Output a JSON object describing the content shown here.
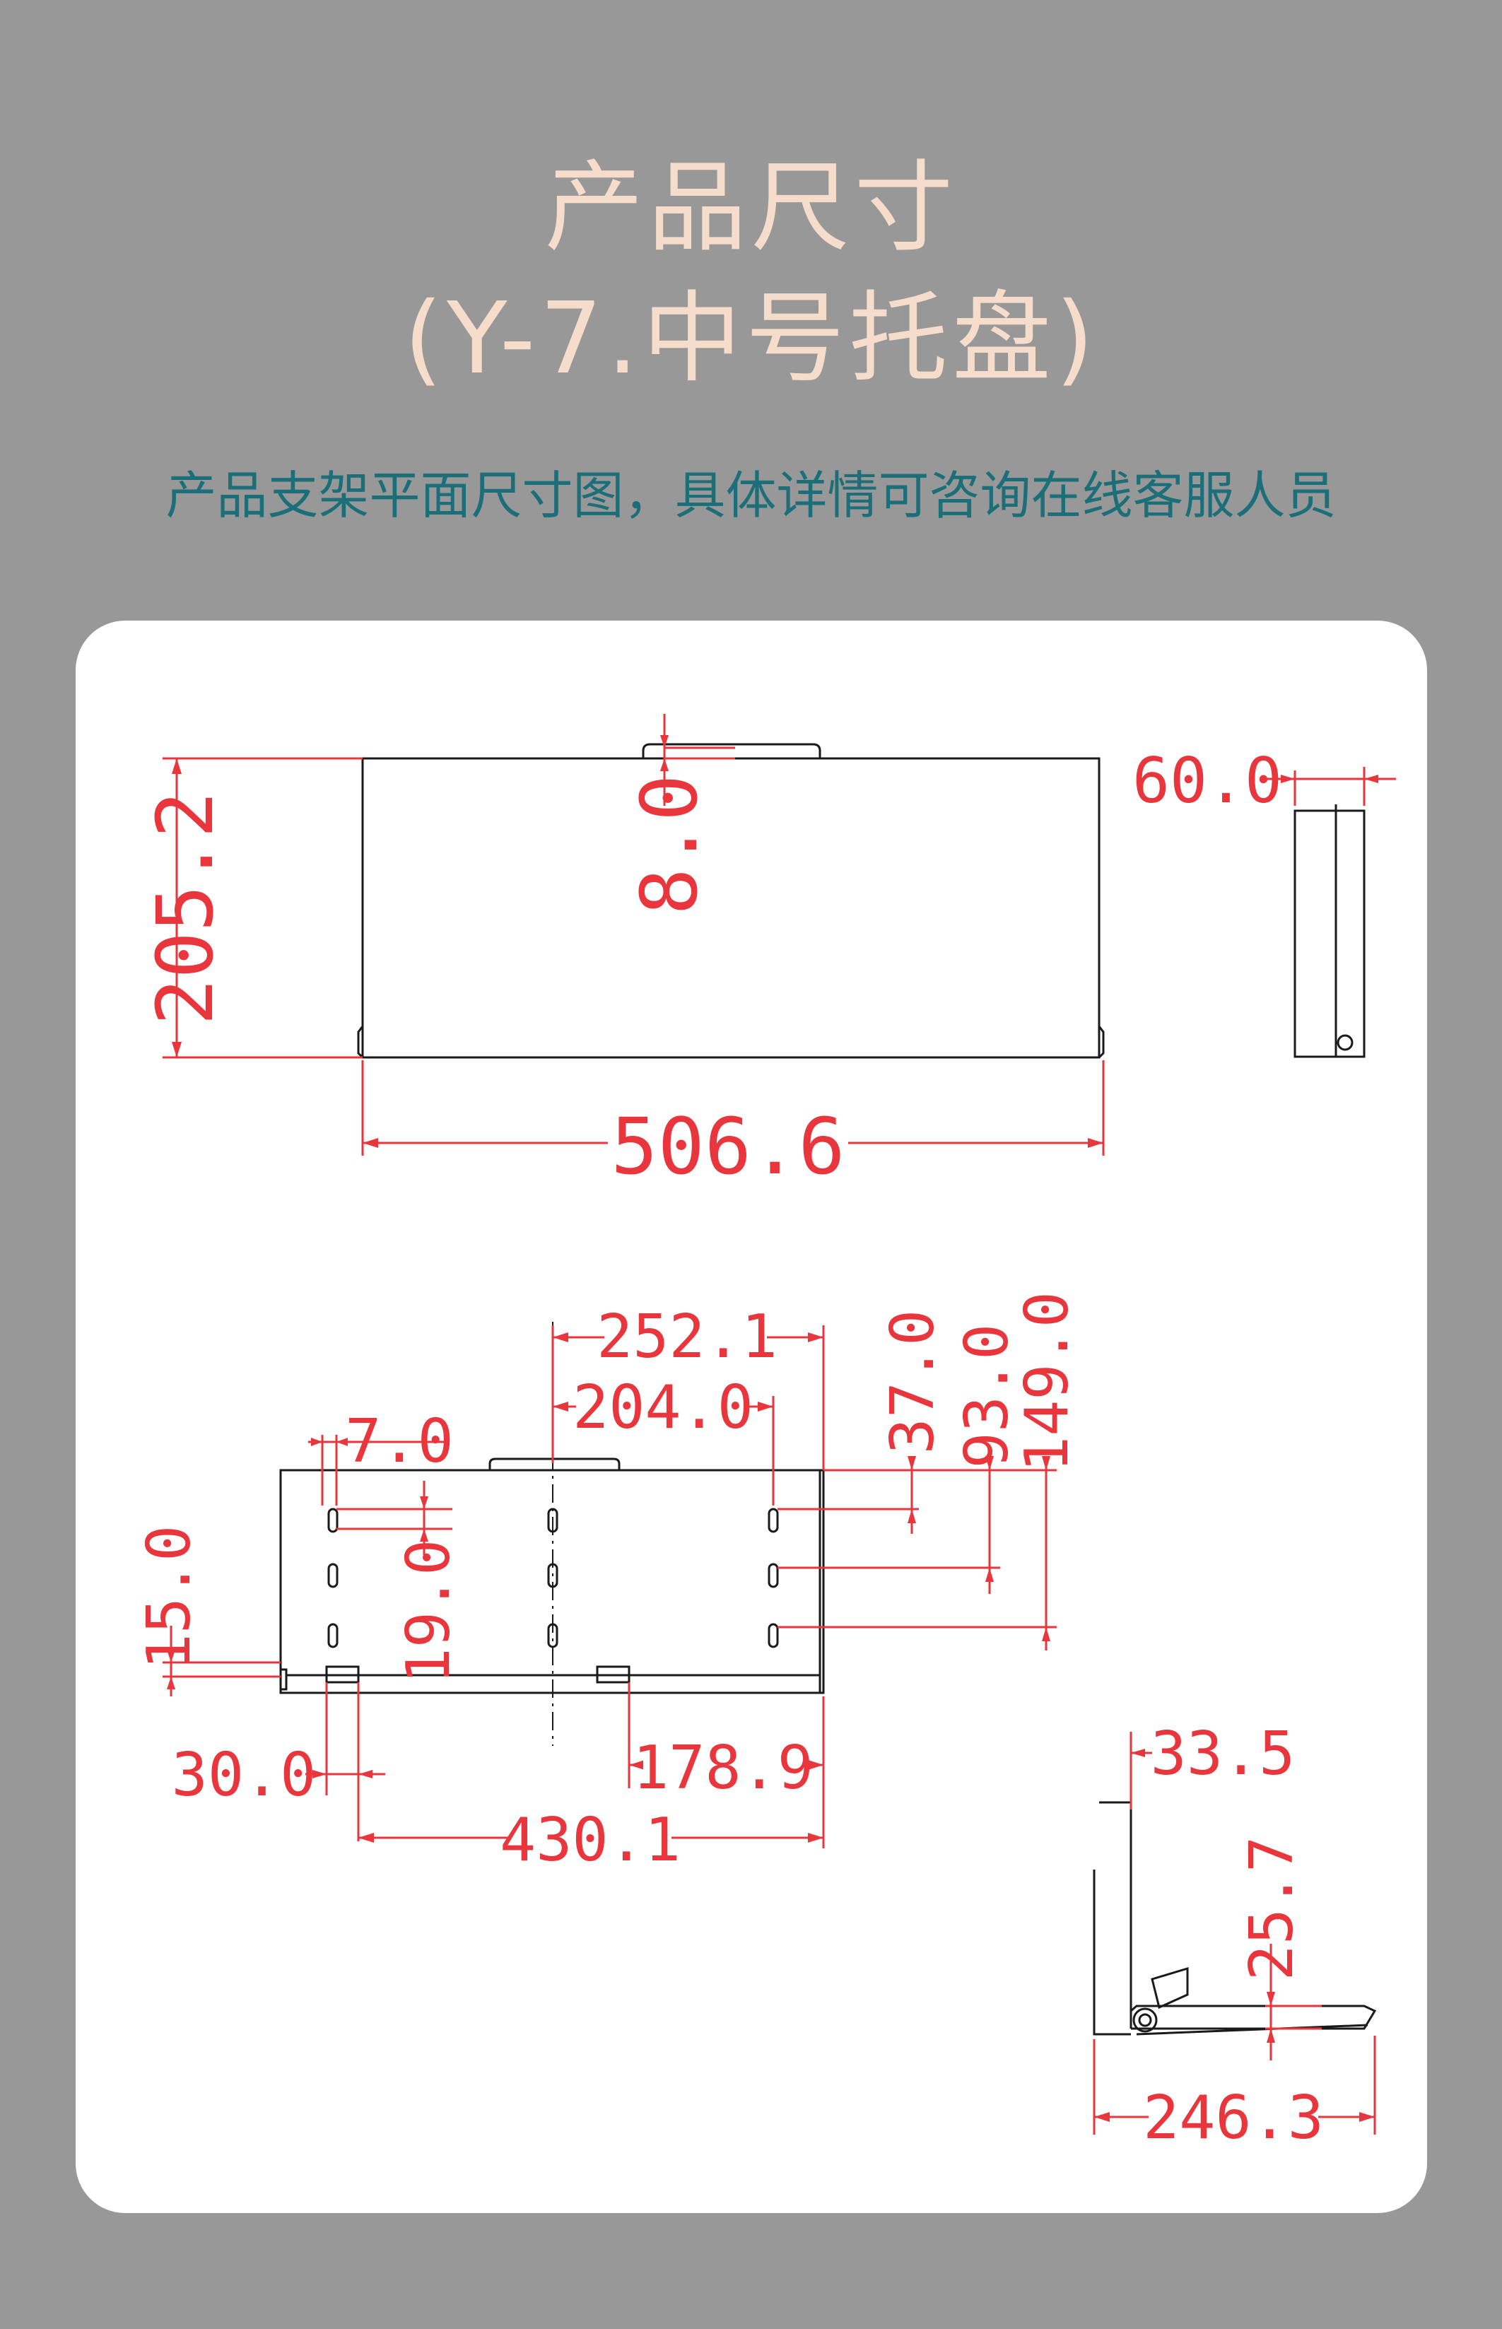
{
  "header": {
    "title_line1": "产品尺寸",
    "title_line2": "(Y-7.中号托盘)",
    "subtitle": "产品支架平面尺寸图，具体详情可咨询在线客服人员"
  },
  "colors": {
    "background": "#979897",
    "title": "#f6dccb",
    "subtitle": "#1c6e78",
    "dimension": "#e8363c",
    "outline": "#1a1a1a"
  },
  "dimensions": {
    "top_view": {
      "height": "205.2",
      "width": "506.6",
      "tab": "8.0"
    },
    "side_view": {
      "depth": "60.0"
    },
    "hole_plan": {
      "d252": "252.1",
      "d204": "204.0",
      "d7": "7.0",
      "d37": "37.0",
      "d93": "93.0",
      "d149": "149.0",
      "d15": "15.0",
      "d19": "19.0",
      "d30": "30.0",
      "d178": "178.9",
      "d430": "430.1"
    },
    "profile": {
      "d33": "33.5",
      "d25": "25.7",
      "d246": "246.3"
    }
  }
}
